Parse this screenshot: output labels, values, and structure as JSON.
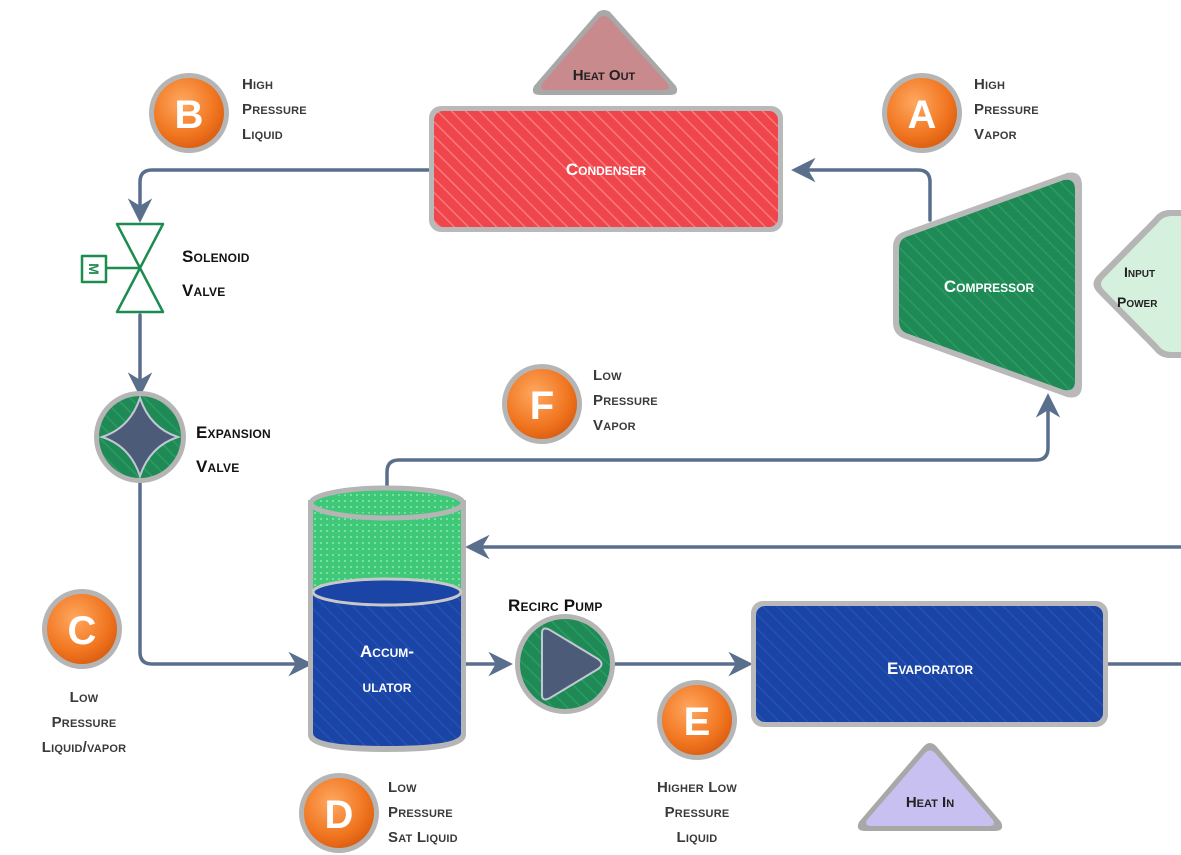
{
  "components": {
    "condenser": "Condenser",
    "compressor": "Compressor",
    "accumulator_line1": "Accum-",
    "accumulator_line2": "ulator",
    "evaporator": "Evaporator",
    "heat_out": "Heat Out",
    "heat_in": "Heat In",
    "input_power_line1": "Input",
    "input_power_line2": "Power",
    "solenoid_valve_line1": "Solenoid",
    "solenoid_valve_line2": "Valve",
    "expansion_valve_line1": "Expansion",
    "expansion_valve_line2": "Valve",
    "recirc_pump": "Recirc Pump",
    "solenoid_symbol": "M"
  },
  "state_points": [
    {
      "letter": "A",
      "line1": "High",
      "line2": "Pressure",
      "line3": "Vapor"
    },
    {
      "letter": "B",
      "line1": "High",
      "line2": "Pressure",
      "line3": "Liquid"
    },
    {
      "letter": "C",
      "line1": "Low",
      "line2": "Pressure",
      "line3": "Liquid/vapor"
    },
    {
      "letter": "D",
      "line1": "Low",
      "line2": "Pressure",
      "line3": "Sat Liquid"
    },
    {
      "letter": "E",
      "line1": "Higher Low",
      "line2": "Pressure",
      "line3": "Liquid"
    },
    {
      "letter": "F",
      "line1": "Low",
      "line2": "Pressure",
      "line3": "Vapor"
    }
  ],
  "colors": {
    "pipe": "#5a6f8c",
    "condenser": "#f2444a",
    "compressor": "#1f8a55",
    "accumulator_liquid": "#1a45a8",
    "accumulator_vapor": "#3ec878",
    "evaporator": "#1a45a8",
    "badge": "#f07a25",
    "heat_out": "#c98a8e",
    "heat_in": "#c8c0f0",
    "input_power": "#d4f0dc"
  }
}
